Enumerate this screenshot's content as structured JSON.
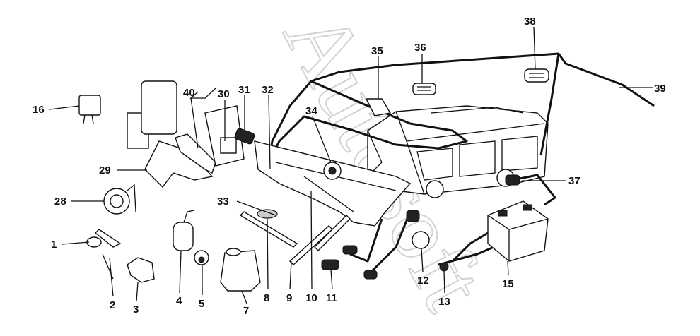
{
  "watermark": "Autosoft",
  "callouts": [
    {
      "id": "1",
      "label": "1"
    },
    {
      "id": "2",
      "label": "2"
    },
    {
      "id": "3",
      "label": "3"
    },
    {
      "id": "4",
      "label": "4"
    },
    {
      "id": "5",
      "label": "5"
    },
    {
      "id": "7",
      "label": "7"
    },
    {
      "id": "8",
      "label": "8"
    },
    {
      "id": "9",
      "label": "9"
    },
    {
      "id": "10",
      "label": "10"
    },
    {
      "id": "11",
      "label": "11"
    },
    {
      "id": "12",
      "label": "12"
    },
    {
      "id": "13",
      "label": "13"
    },
    {
      "id": "15",
      "label": "15"
    },
    {
      "id": "16",
      "label": "16"
    },
    {
      "id": "28",
      "label": "28"
    },
    {
      "id": "29",
      "label": "29"
    },
    {
      "id": "30",
      "label": "30"
    },
    {
      "id": "31",
      "label": "31"
    },
    {
      "id": "32",
      "label": "32"
    },
    {
      "id": "33",
      "label": "33"
    },
    {
      "id": "34",
      "label": "34"
    },
    {
      "id": "35",
      "label": "35"
    },
    {
      "id": "36",
      "label": "36"
    },
    {
      "id": "37",
      "label": "37"
    },
    {
      "id": "38",
      "label": "38"
    },
    {
      "id": "39",
      "label": "39"
    },
    {
      "id": "40",
      "label": "40"
    }
  ]
}
